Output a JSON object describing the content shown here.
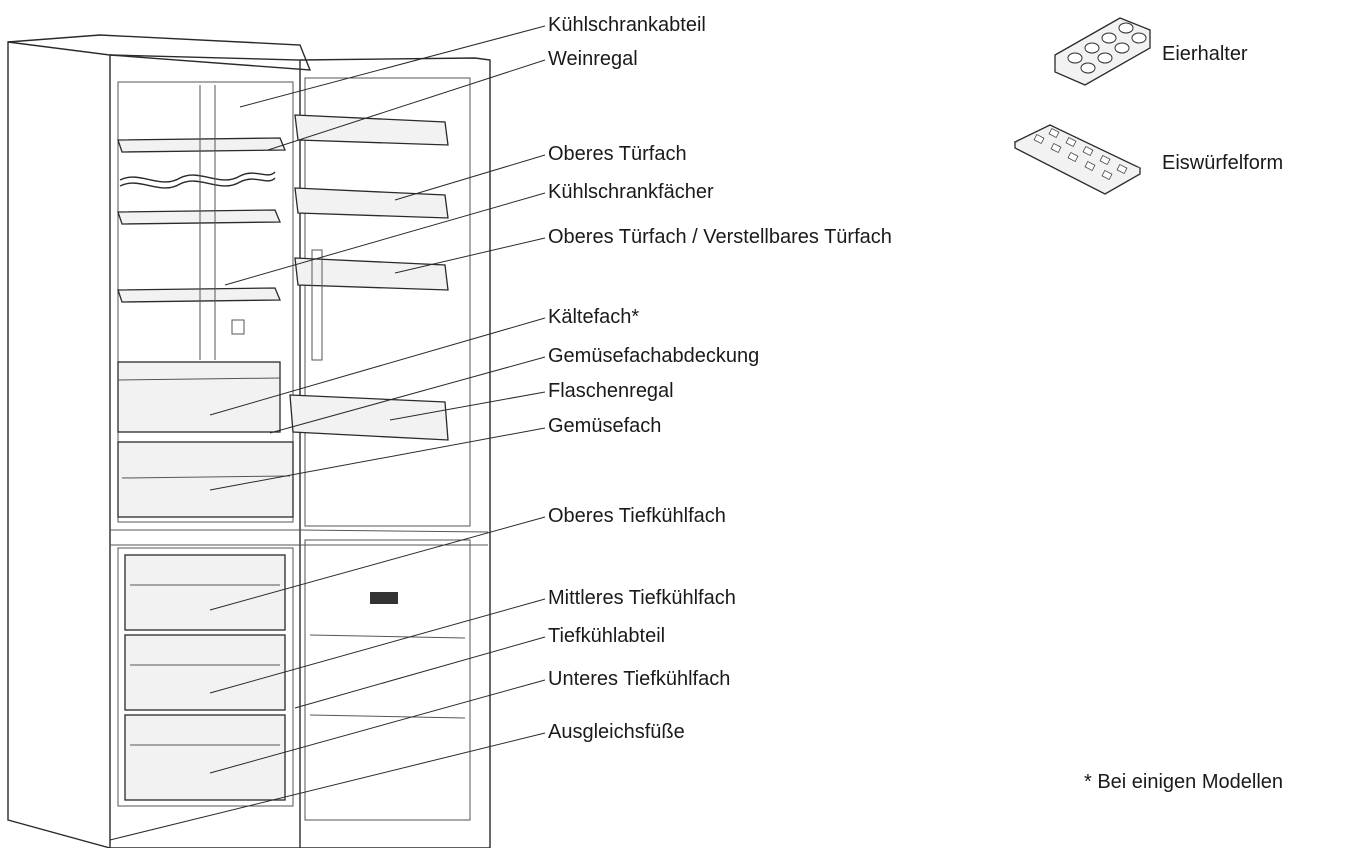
{
  "labels": [
    {
      "id": "kuehlschrankabteil",
      "text": "Kühlschrankabteil"
    },
    {
      "id": "weinregal",
      "text": "Weinregal"
    },
    {
      "id": "oberes-tuerfach",
      "text": "Oberes Türfach"
    },
    {
      "id": "kuehlschrankfaecher",
      "text": "Kühlschrankfächer"
    },
    {
      "id": "verstellbares-tuerfach",
      "text": "Oberes Türfach / Verstellbares Türfach"
    },
    {
      "id": "kaeltefach",
      "text": "Kältefach*"
    },
    {
      "id": "gemuesefachabdeckung",
      "text": "Gemüsefachabdeckung"
    },
    {
      "id": "flaschenregal",
      "text": "Flaschenregal"
    },
    {
      "id": "gemuesefach",
      "text": "Gemüsefach"
    },
    {
      "id": "oberes-tiefkuehlfach",
      "text": "Oberes Tiefkühlfach"
    },
    {
      "id": "mittleres-tiefkuehlfach",
      "text": "Mittleres Tiefkühlfach"
    },
    {
      "id": "tiefkuehlabteil",
      "text": "Tiefkühlabteil"
    },
    {
      "id": "unteres-tiefkuehlfach",
      "text": "Unteres Tiefkühlfach"
    },
    {
      "id": "ausgleichsfuesse",
      "text": "Ausgleichsfüße"
    }
  ],
  "accessories": [
    {
      "id": "eierhalter",
      "text": "Eierhalter",
      "icon": "egg-holder-icon"
    },
    {
      "id": "eiswuerfelform",
      "text": "Eiswürfelform",
      "icon": "ice-cube-tray-icon"
    }
  ],
  "footnote": "* Bei einigen Modellen"
}
